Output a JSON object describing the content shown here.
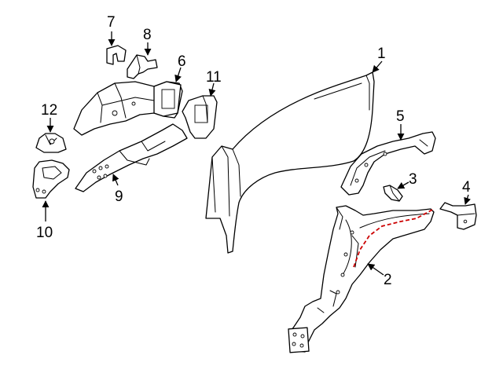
{
  "colors": {
    "line": "#000000",
    "background": "#ffffff",
    "highlight": "#cc0000"
  },
  "callouts": [
    {
      "id": "1",
      "label": "1"
    },
    {
      "id": "2",
      "label": "2"
    },
    {
      "id": "3",
      "label": "3"
    },
    {
      "id": "4",
      "label": "4"
    },
    {
      "id": "5",
      "label": "5"
    },
    {
      "id": "6",
      "label": "6"
    },
    {
      "id": "7",
      "label": "7"
    },
    {
      "id": "8",
      "label": "8"
    },
    {
      "id": "9",
      "label": "9"
    },
    {
      "id": "10",
      "label": "10"
    },
    {
      "id": "11",
      "label": "11"
    },
    {
      "id": "12",
      "label": "12"
    }
  ]
}
